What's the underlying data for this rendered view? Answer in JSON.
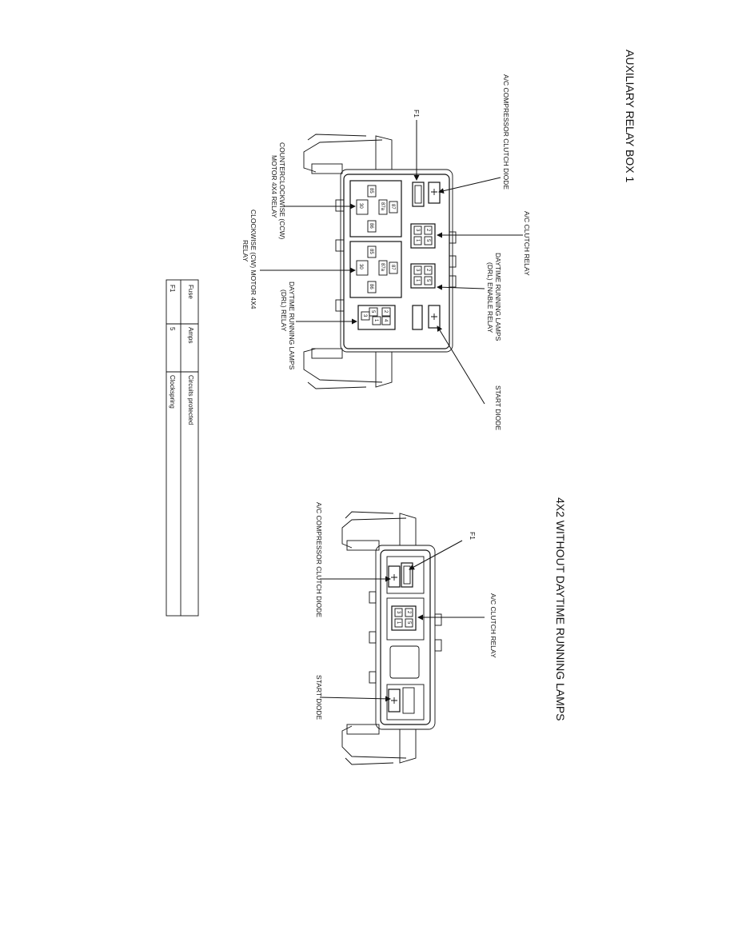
{
  "titles": {
    "main": "AUXILIARY RELAY BOX 1",
    "secondary": "4X2 WITHOUT DAYTIME RUNNING LAMPS"
  },
  "diagram1": {
    "labels": {
      "f1": "F1",
      "ac_diode": "A/C COMPRESSOR CLUTCH DIODE",
      "ac_relay": "A/C CLUTCH RELAY",
      "drl_enable_1": "DAYTIME RUNNING LAMPS",
      "drl_enable_2": "(DRL) ENABLE RELAY",
      "start_diode": "START DIODE",
      "ccw_1": "COUNTERCLOCKWISE (CCW)",
      "ccw_2": "MOTOR 4X4 RELAY",
      "cw_1": "CLOCKWISE (CW) MOTOR 4X4",
      "cw_2": "RELAY",
      "drl_1": "DAYTIME RUNNING LAMPS",
      "drl_2": "(DRL) RELAY"
    },
    "pins": {
      "p85": "85",
      "p86": "86",
      "p87": "87",
      "p87a": "87a",
      "p30": "30",
      "p1": "1",
      "p2": "2",
      "p3": "3",
      "p4": "4",
      "p5": "5"
    }
  },
  "fuse_table": {
    "headers": [
      "Fuse",
      "Amps",
      "Circuits protected"
    ],
    "rows": [
      [
        "F1",
        "5",
        "Clockspring"
      ]
    ]
  },
  "diagram2": {
    "labels": {
      "f1": "F1",
      "ac_diode": "A/C COMPRESSOR CLUTCH DIODE",
      "ac_relay": "A/C CLUTCH RELAY",
      "start_diode": "START DIODE"
    }
  }
}
